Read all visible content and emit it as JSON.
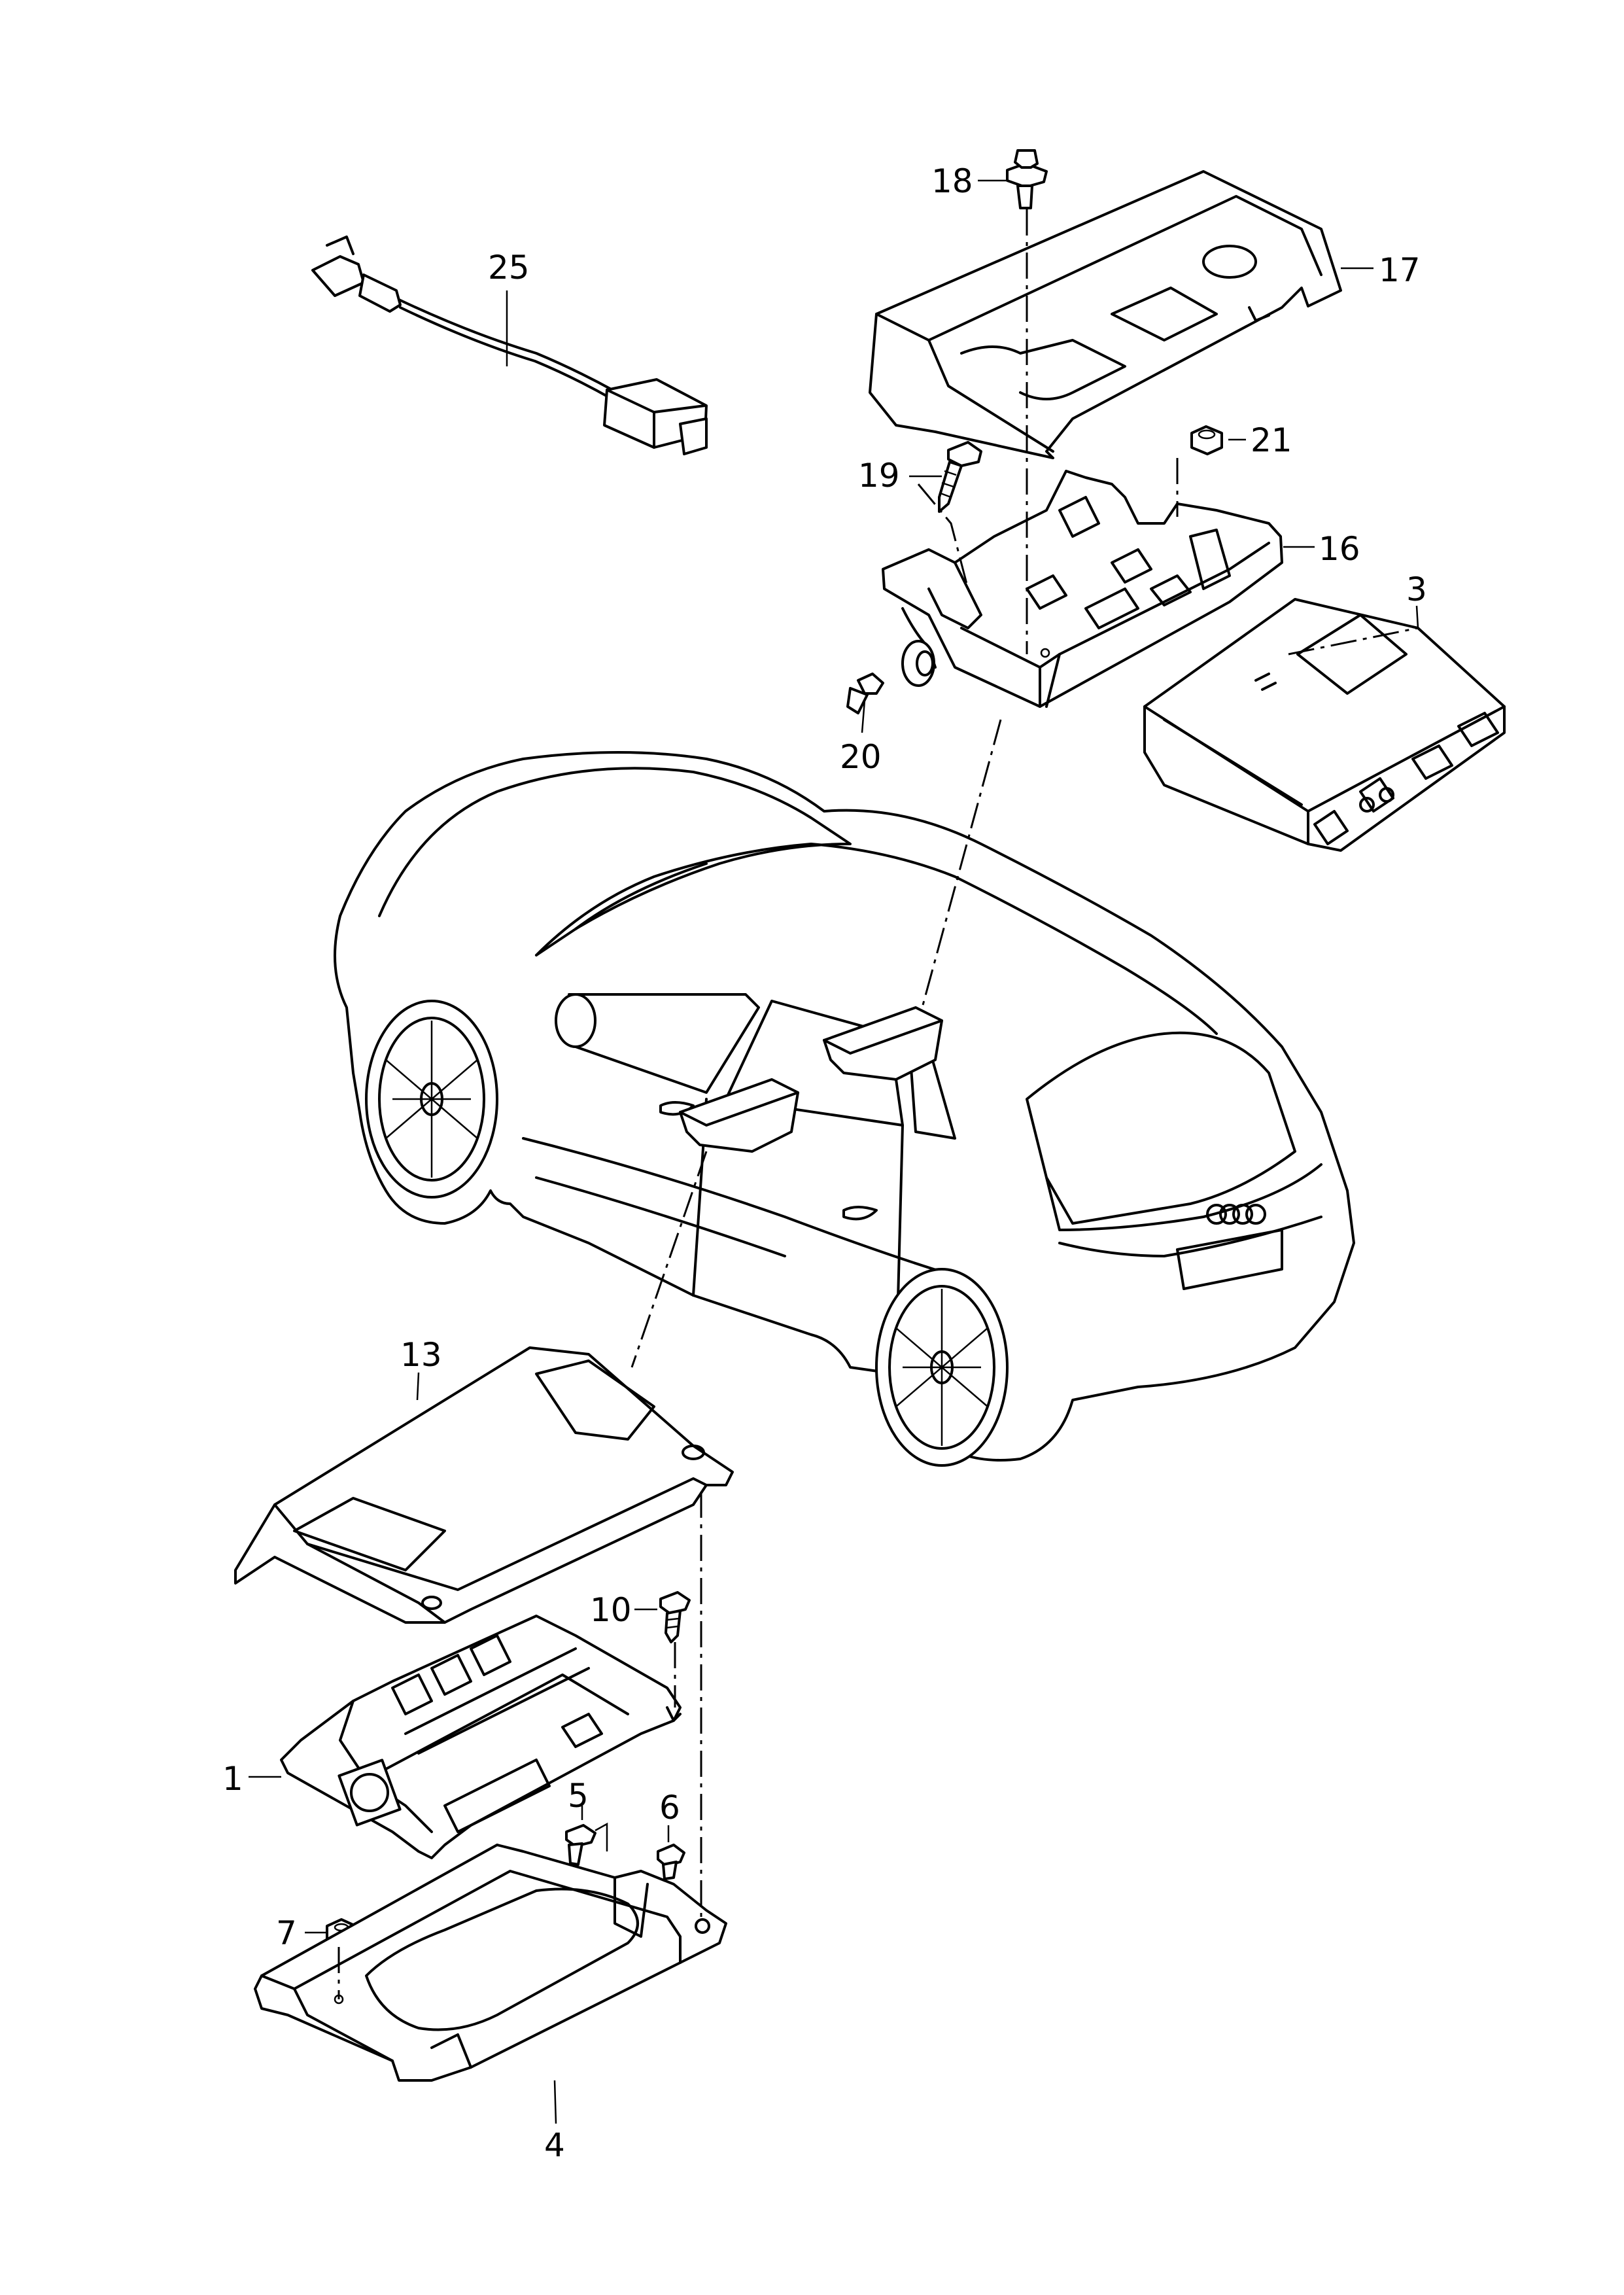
{
  "parts": [
    {
      "number": "1"
    },
    {
      "number": "3"
    },
    {
      "number": "4"
    },
    {
      "number": "5"
    },
    {
      "number": "6"
    },
    {
      "number": "7"
    },
    {
      "number": "10"
    },
    {
      "number": "13"
    },
    {
      "number": "16"
    },
    {
      "number": "17"
    },
    {
      "number": "18"
    },
    {
      "number": "19"
    },
    {
      "number": "20"
    },
    {
      "number": "21"
    },
    {
      "number": "25"
    }
  ]
}
